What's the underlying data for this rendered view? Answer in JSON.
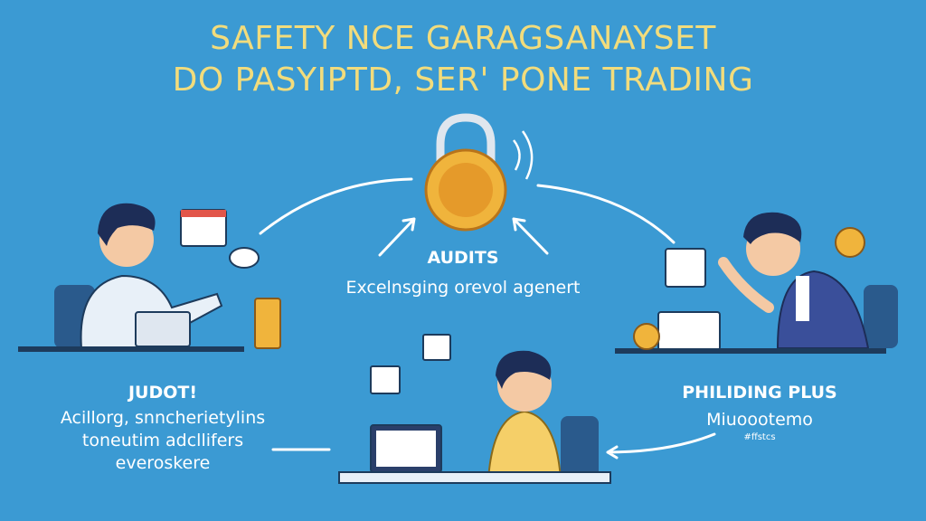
{
  "title": {
    "line1": "SAFETY NCE GARAGSANAYSET",
    "line2": "DO PASYIPTD, SER' PONE TRADING"
  },
  "center": {
    "heading": "AUDITS",
    "text": "Excelnsging orevol agenert"
  },
  "left": {
    "heading": "JUDOT!",
    "lines": [
      "Acillorg, snncherietylins",
      "toneutim adcllifers",
      "everoskere"
    ]
  },
  "right": {
    "heading": "PHILIDING PLUS",
    "text": "Miuoootemo",
    "small": "#ffstcs"
  },
  "colors": {
    "background": "#3b9ad3",
    "title": "#f2dc7c",
    "lock_gold": "#f0b43c",
    "desk": "#2a5a8c"
  },
  "icons": [
    "padlock-icon",
    "dollar-coin-icon",
    "laptop-icon",
    "calendar-icon",
    "document-icon",
    "chat-bubble-icon"
  ]
}
